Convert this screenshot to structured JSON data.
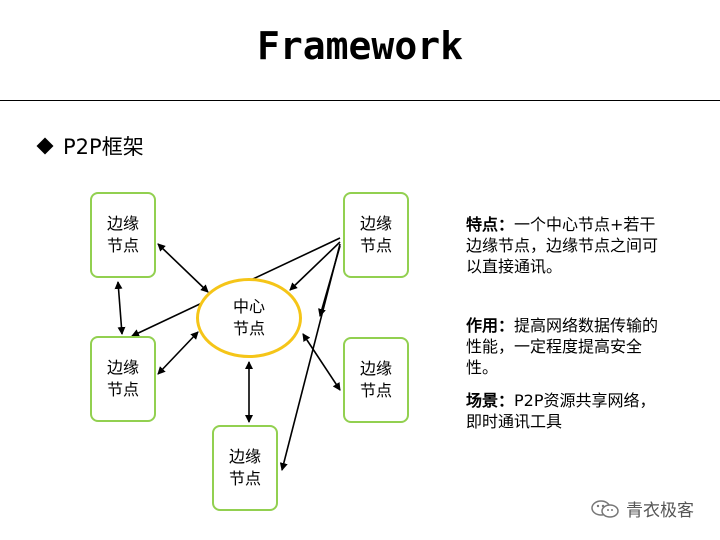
{
  "header": {
    "title": "Framework"
  },
  "section": {
    "label": "P2P框架"
  },
  "diagram": {
    "center": {
      "line1": "中心",
      "line2": "节点"
    },
    "edge": {
      "line1": "边缘",
      "line2": "节点"
    }
  },
  "description": {
    "features": {
      "label": "特点：",
      "text": "一个中心节点+若干边缘节点，边缘节点之间可以直接通讯。"
    },
    "purpose": {
      "label": "作用：",
      "text": "提高网络数据传输的性能，一定程度提高安全性。"
    },
    "scenario": {
      "label": "场景：",
      "text": "P2P资源共享网络，即时通讯工具"
    }
  },
  "footer": {
    "brand": "青衣极客"
  },
  "colors": {
    "edge_border": "#92d050",
    "center_border": "#f5c518"
  }
}
